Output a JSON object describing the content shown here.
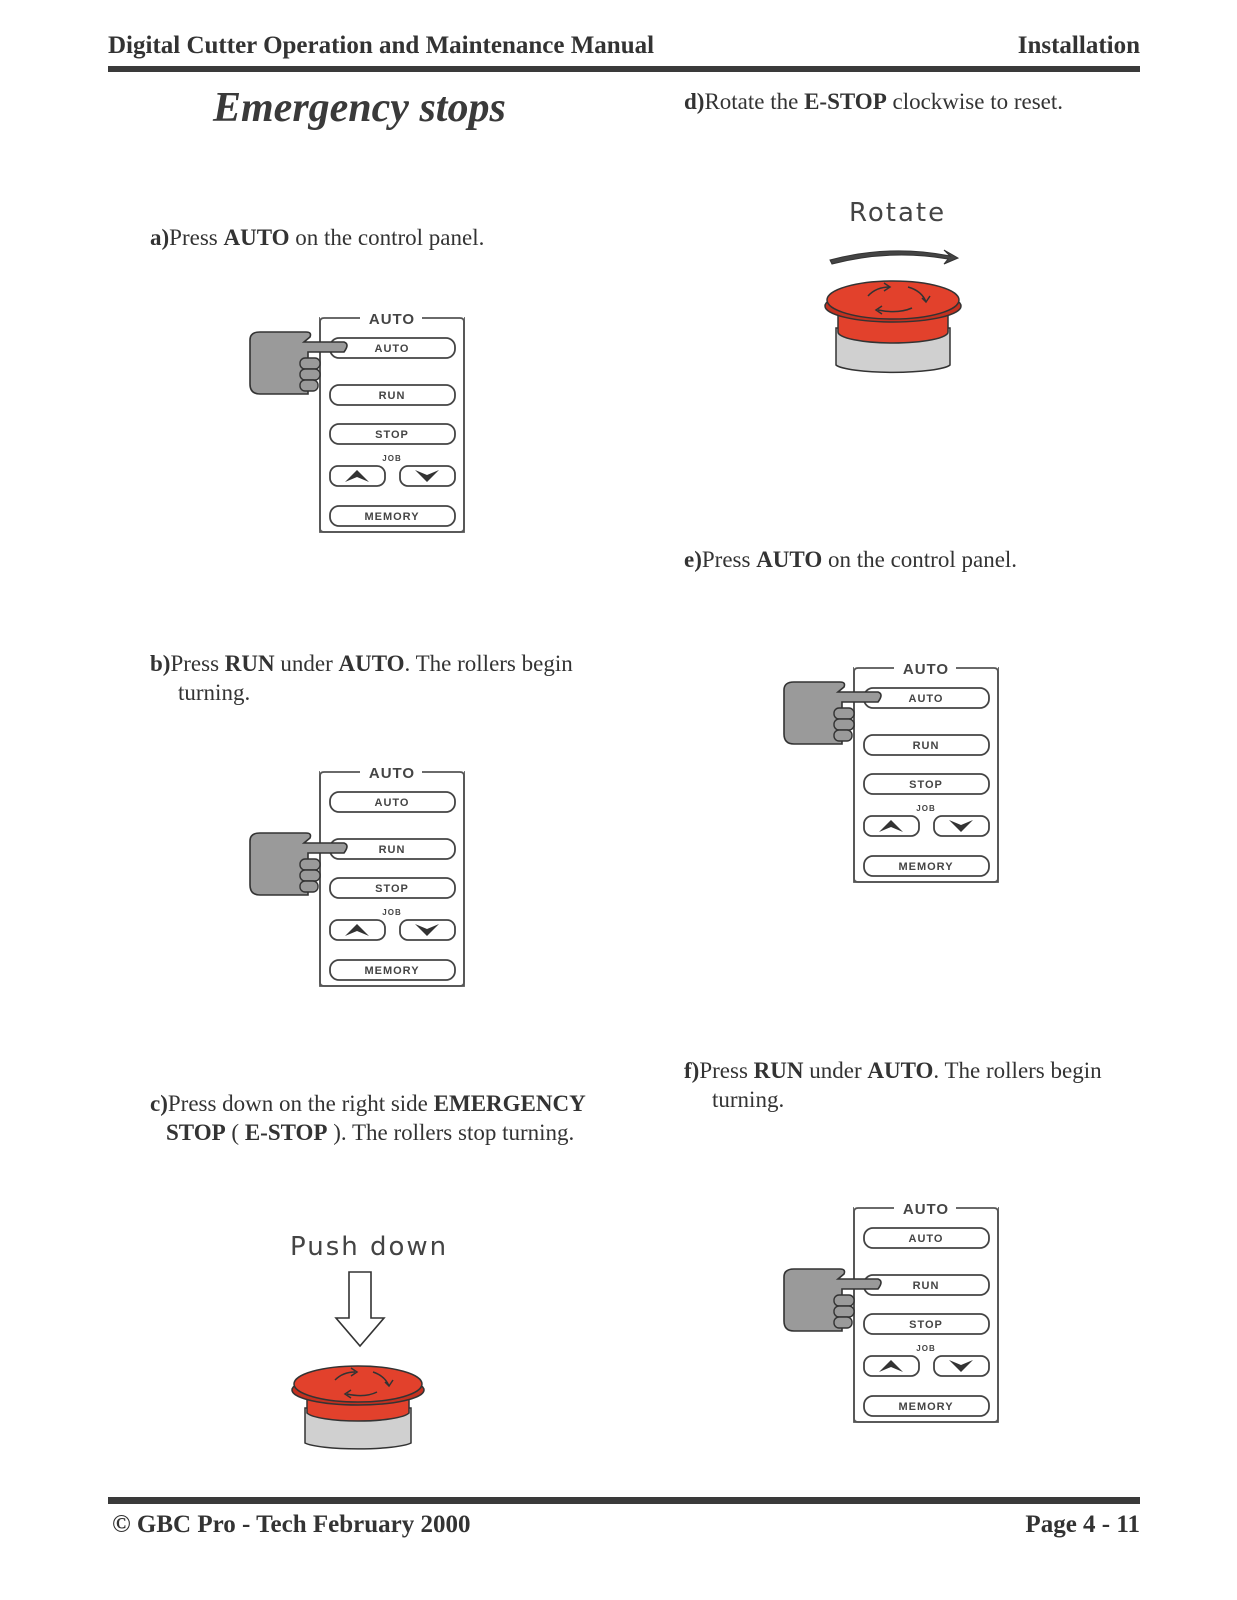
{
  "header": {
    "left": "Digital Cutter Operation and Maintenance  Manual",
    "right": "Installation"
  },
  "title": "Emergency stops",
  "steps": {
    "a": {
      "label": "a)",
      "t1": "Press ",
      "k1": "AUTO",
      "t2": " on the control panel."
    },
    "b": {
      "label": "b)",
      "t1": "Press ",
      "k1": "RUN",
      "t2": " under ",
      "k2": "AUTO",
      "t3": ". The rollers begin",
      "cont": "turning."
    },
    "c": {
      "label": "c)",
      "t1": "Press down on the right side ",
      "k1": "EMERGENCY",
      "k2": "STOP",
      "t2": " ( ",
      "k3": "E-STOP",
      "t3": " ). The rollers stop turning."
    },
    "d": {
      "label": "d)",
      "t1": "Rotate the ",
      "k1": "E-STOP",
      "t2": " clockwise to reset."
    },
    "e": {
      "label": "e)",
      "t1": "Press ",
      "k1": "AUTO",
      "t2": " on the control panel."
    },
    "f": {
      "label": "f)",
      "t1": "Press ",
      "k1": "RUN",
      "t2": " under ",
      "k2": "AUTO",
      "t3": ". The rollers begin",
      "cont": "turning."
    }
  },
  "captions": {
    "push": "Push down",
    "rotate": "Rotate"
  },
  "panel": {
    "heading": "AUTO",
    "auto": "AUTO",
    "run": "RUN",
    "stop": "STOP",
    "job": "JOB",
    "memory": "MEMORY"
  },
  "footer": {
    "left": "© GBC Pro - Tech February 2000",
    "right": "Page 4 - 11"
  },
  "colors": {
    "estop_red": "#e2412c",
    "hand_gray": "#9a9a9a",
    "rule": "#3a3a3a"
  }
}
